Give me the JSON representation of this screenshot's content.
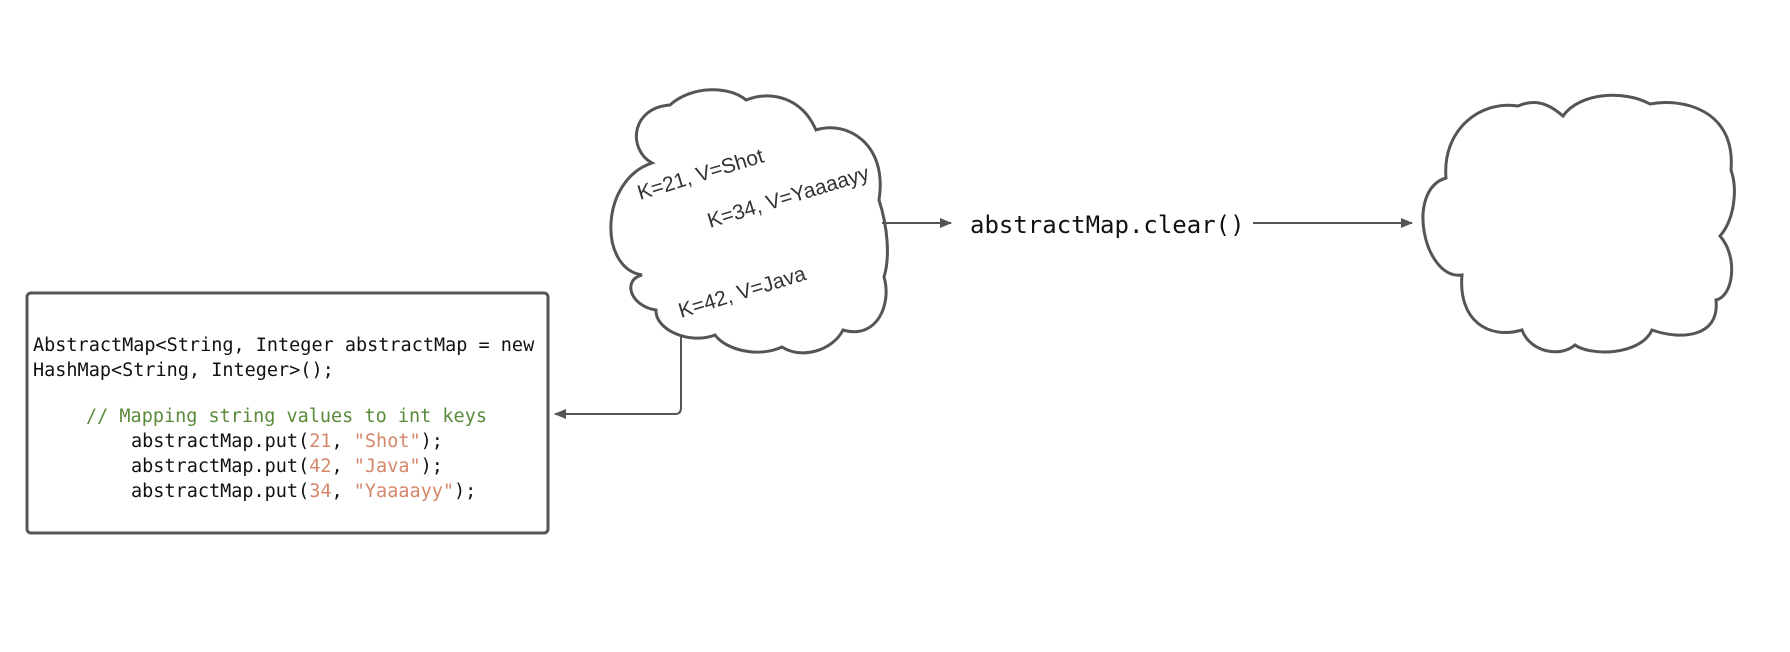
{
  "colors": {
    "stroke": "#555555",
    "text": "#111111",
    "comment": "#5a8a3a",
    "literal": "#d4876b"
  },
  "code_box": {
    "line1": "AbstractMap<String, Integer abstractMap = new",
    "line2": "HashMap<String, Integer>();",
    "comment": "// Mapping string values to int keys",
    "puts": [
      {
        "prefix": "abstractMap.put(",
        "key": "21",
        "sep": ", ",
        "value": "\"Shot\"",
        "suffix": ");"
      },
      {
        "prefix": "abstractMap.put(",
        "key": "42",
        "sep": ", ",
        "value": "\"Java\"",
        "suffix": ");"
      },
      {
        "prefix": "abstractMap.put(",
        "key": "34",
        "sep": ", ",
        "value": "\"Yaaaayy\"",
        "suffix": ");"
      }
    ]
  },
  "map_cloud": {
    "entries": [
      "K=21, V=Shot",
      "K=34, V=Yaaaayy",
      "K=42, V=Java"
    ]
  },
  "operation": {
    "label": "abstractMap.clear()"
  },
  "empty_cloud": {}
}
